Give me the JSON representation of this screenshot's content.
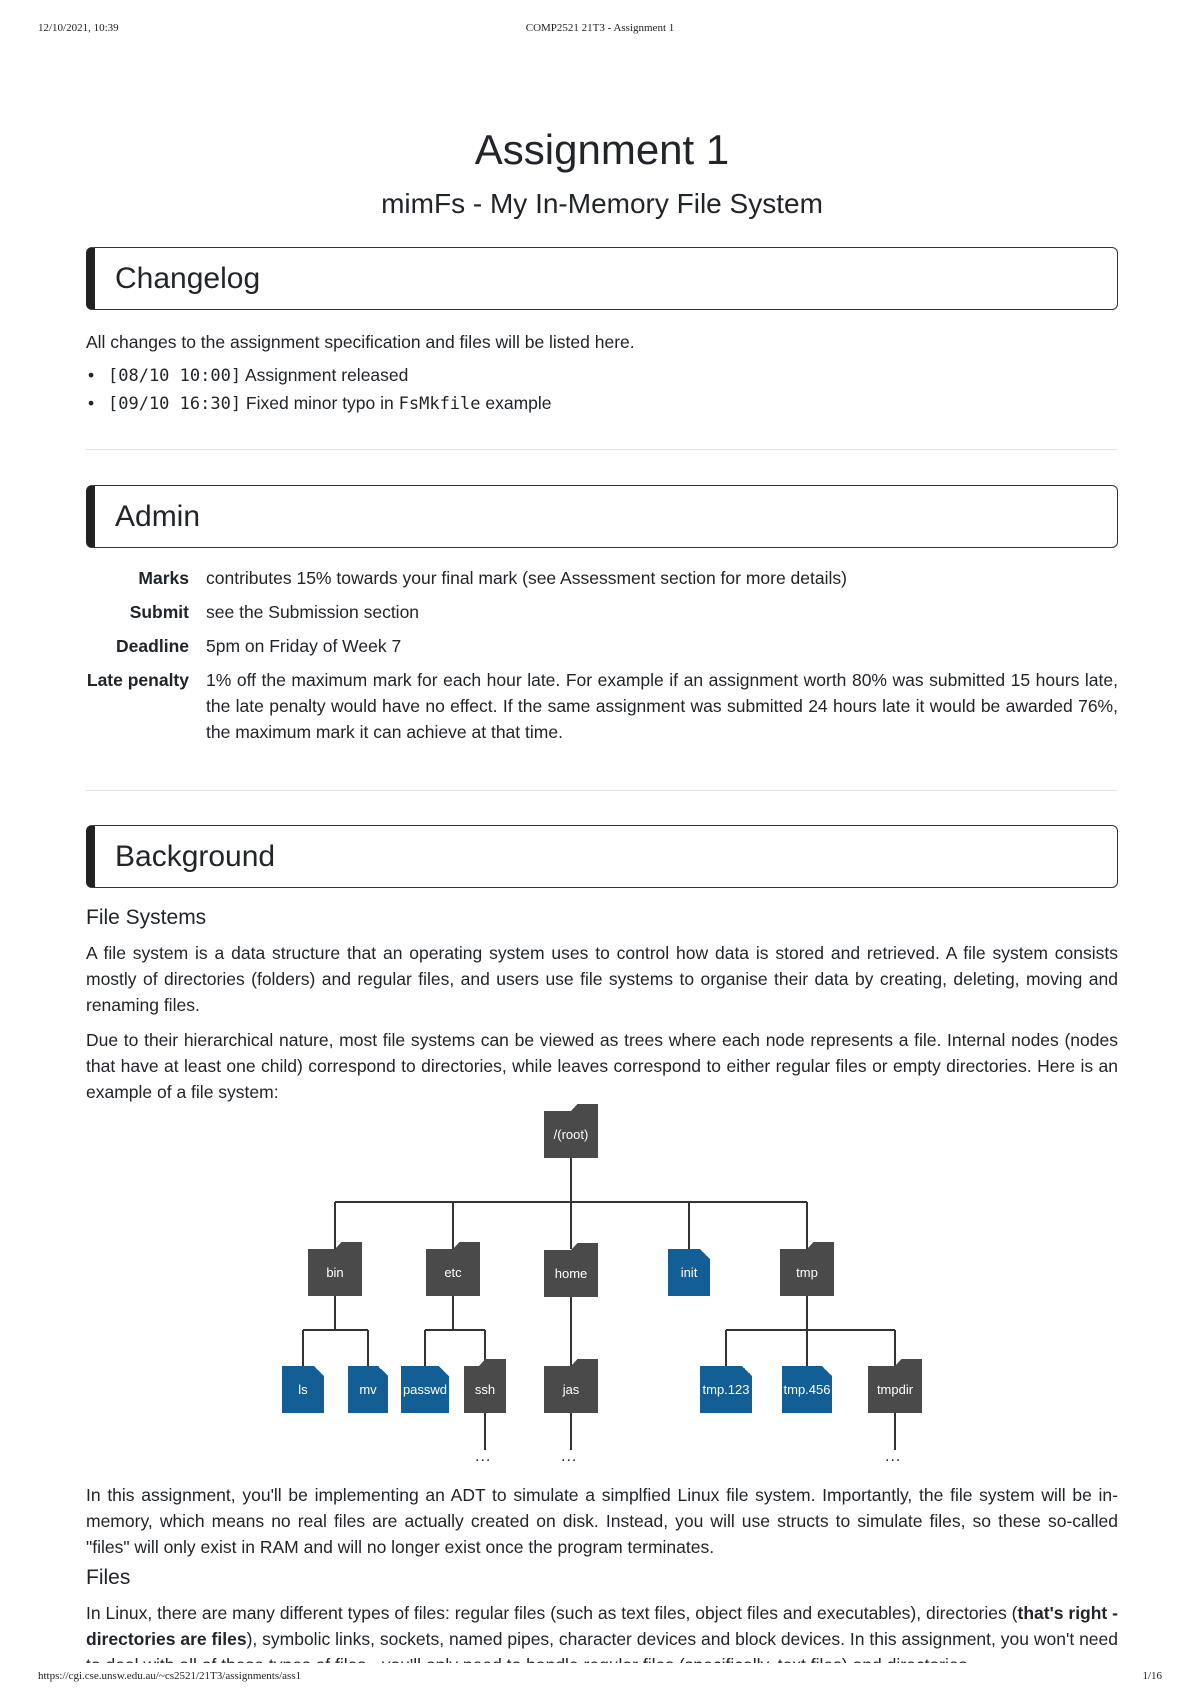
{
  "print_header": {
    "datetime": "12/10/2021, 10:39",
    "doc_title": "COMP2521 21T3 - Assignment 1"
  },
  "print_footer": {
    "url": "https://cgi.cse.unsw.edu.au/~cs2521/21T3/assignments/ass1",
    "page": "1/16"
  },
  "title": "Assignment 1",
  "subtitle": "mimFs - My In-Memory File System",
  "changelog": {
    "heading": "Changelog",
    "intro": "All changes to the assignment specification and files will be listed here.",
    "items": [
      {
        "stamp": "[08/10 10:00]",
        "text": " Assignment released",
        "code": "",
        "after": ""
      },
      {
        "stamp": "[09/10 16:30]",
        "text": " Fixed minor typo in ",
        "code": "FsMkfile",
        "after": " example"
      }
    ]
  },
  "admin": {
    "heading": "Admin",
    "rows": [
      {
        "key": "Marks",
        "value": "contributes 15% towards your final mark (see Assessment section for more details)"
      },
      {
        "key": "Submit",
        "value": "see the Submission section"
      },
      {
        "key": "Deadline",
        "value": "5pm on Friday of Week 7"
      },
      {
        "key": "Late penalty",
        "value": "1% off the maximum mark for each hour late. For example if an assignment worth 80% was submitted 15 hours late, the late penalty would have no effect. If the same assignment was submitted 24 hours late it would be awarded 76%, the maximum mark it can achieve at that time."
      }
    ]
  },
  "background": {
    "heading": "Background",
    "file_systems_heading": "File Systems",
    "p1": "A file system is a data structure that an operating system uses to control how data is stored and retrieved. A file system consists mostly of directories (folders) and regular files, and users use file systems to organise their data by creating, deleting, moving and renaming files.",
    "p2": "Due to their hierarchical nature, most file systems can be viewed as trees where each node represents a file. Internal nodes (nodes that have at least one child) correspond to directories, while leaves correspond to either regular files or empty directories. Here is an example of a file system:",
    "p3": "In this assignment, you'll be implementing an ADT to simulate a simplfied Linux file system. Importantly, the file system will be in-memory, which means no real files are actually created on disk. Instead, you will use structs to simulate files, so these so-called \"files\" will only exist in RAM and will no longer exist once the program terminates.",
    "files_heading": "Files",
    "p4_before": "In Linux, there are many different types of files: regular files (such as text files, object files and executables), directories (",
    "p4_bold": "that's right - directories are files",
    "p4_after": "), symbolic links, sockets, named pipes, character devices and block devices. In this assignment, you won't need to deal with all of these types of files - you'll only need to handle regular files (specifically, text files) and directories."
  },
  "tree": {
    "root": "/(root)",
    "level1": [
      {
        "name": "bin",
        "type": "directory"
      },
      {
        "name": "etc",
        "type": "directory"
      },
      {
        "name": "home",
        "type": "directory"
      },
      {
        "name": "init",
        "type": "file"
      },
      {
        "name": "tmp",
        "type": "directory"
      }
    ],
    "level2": [
      {
        "name": "ls",
        "type": "file",
        "parent": "bin"
      },
      {
        "name": "mv",
        "type": "file",
        "parent": "bin"
      },
      {
        "name": "passwd",
        "type": "file",
        "parent": "etc"
      },
      {
        "name": "ssh",
        "type": "directory",
        "parent": "etc"
      },
      {
        "name": "jas",
        "type": "directory",
        "parent": "home"
      },
      {
        "name": "tmp.123",
        "type": "file",
        "parent": "tmp"
      },
      {
        "name": "tmp.456",
        "type": "file",
        "parent": "tmp"
      },
      {
        "name": "tmpdir",
        "type": "directory",
        "parent": "tmp"
      }
    ],
    "ellipsis": "..."
  }
}
